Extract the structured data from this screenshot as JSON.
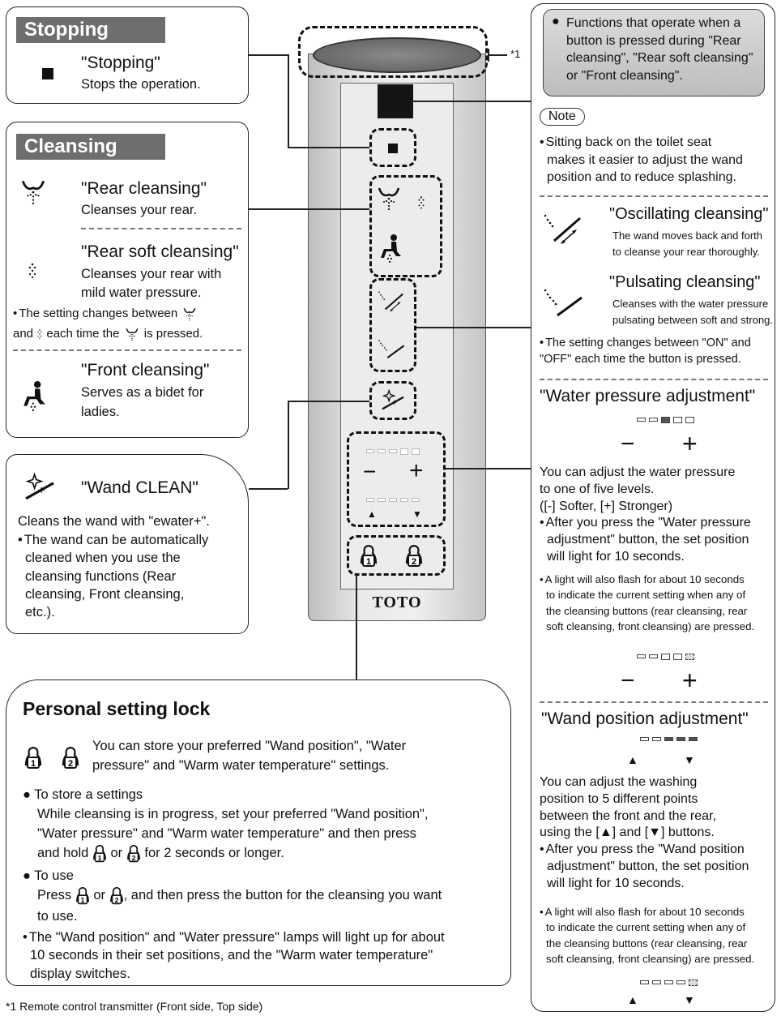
{
  "stopping": {
    "header": "Stopping",
    "name": "\"Stopping\"",
    "desc": "Stops the operation."
  },
  "cleansing": {
    "header": "Cleansing",
    "rear_name": "\"Rear cleansing\"",
    "rear_desc": "Cleanses your rear.",
    "soft_name": "\"Rear soft cleansing\"",
    "soft_desc1": "Cleanses your rear with",
    "soft_desc2": "mild water pressure.",
    "toggle_note1": "The setting changes between",
    "toggle_note2_a": "and",
    "toggle_note2_b": "each time the",
    "toggle_note2_c": "is pressed.",
    "front_name": "\"Front cleansing\"",
    "front_desc1": "Serves as a bidet for",
    "front_desc2": "ladies."
  },
  "wand_clean": {
    "name": "\"Wand CLEAN\"",
    "desc": "Cleans the wand with \"ewater+\".",
    "bullet1": "The wand can be automatically",
    "bullet2": "cleaned when you use the",
    "bullet3": "cleansing functions (Rear",
    "bullet4": "cleansing, Front cleansing,",
    "bullet5": "etc.)."
  },
  "remote": {
    "brand": "TOTO",
    "ref_mark": "*1",
    "footnote": "*1 Remote control transmitter (Front side, Top side)"
  },
  "personal": {
    "title": "Personal setting lock",
    "intro1": "You can store your preferred \"Wand position\", \"Water",
    "intro2": "pressure\" and \"Warm water temperature\" settings.",
    "store_head": "To store a settings",
    "store1": "While cleansing is in progress, set your preferred \"Wand position\",",
    "store2": "\"Water pressure\" and \"Warm water temperature\" and then press",
    "store3_a": "and hold",
    "store3_b": "or",
    "store3_c": "for 2 seconds or longer.",
    "use_head": "To use",
    "use1_a": "Press",
    "use1_b": "or",
    "use1_c": ", and then press the button for the cleansing you want",
    "use2": "to use.",
    "lamp1": "The \"Wand position\" and \"Water pressure\" lamps will light up for about",
    "lamp2": "10 seconds in their set positions, and the \"Warm water temperature\"",
    "lamp3": "display switches."
  },
  "right": {
    "callout1": "Functions that operate when a",
    "callout2": "button is pressed during \"Rear",
    "callout3": "cleansing\", \"Rear soft cleansing\"",
    "callout4": "or \"Front cleansing\".",
    "note_label": "Note",
    "note1": "Sitting back on the toilet seat",
    "note2": "makes it easier to adjust the wand",
    "note3": "position and to reduce splashing.",
    "osc_name": "\"Oscillating cleansing\"",
    "osc_desc1": "The wand moves back and forth",
    "osc_desc2": "to cleanse your rear thoroughly.",
    "pulse_name": "\"Pulsating cleansing\"",
    "pulse_desc1": "Cleanses with the water pressure",
    "pulse_desc2": "pulsating between soft and strong.",
    "onoff1": "The setting changes between \"ON\" and",
    "onoff2": "\"OFF\" each time the button is pressed.",
    "wp_title": "\"Water pressure adjustment\"",
    "minus": "−",
    "plus": "+",
    "wp1": "You can adjust the water pressure",
    "wp2": "to one of five levels.",
    "wp3": "([-] Softer, [+] Stronger)",
    "wp4": "After you press the \"Water pressure",
    "wp5": "adjustment\" button, the set position",
    "wp6": "will light for 10 seconds.",
    "wp7": "A light will also flash for about 10 seconds",
    "wp8": "to indicate the current setting when any of",
    "wp9": "the cleansing buttons (rear cleansing, rear",
    "wp10": "soft cleansing, front cleansing) are pressed.",
    "pos_title": "\"Wand position adjustment\"",
    "up": "▲",
    "down": "▼",
    "pos1": "You can adjust the washing",
    "pos2": "position to 5 different points",
    "pos3": "between the front and the rear,",
    "pos4": "using the [▲] and [▼] buttons.",
    "pos5": "After you press the \"Wand position",
    "pos6": "adjustment\" button, the set position",
    "pos7": "will light for 10 seconds.",
    "pos8": "A light will also flash for about 10 seconds",
    "pos9": "to indicate the current setting when any of",
    "pos10": "the cleansing buttons (rear cleansing, rear",
    "pos11": "soft cleansing, front cleansing) are pressed."
  },
  "icons": {
    "stop": "stop-icon",
    "rear": "rear-cleansing-icon",
    "soft": "rear-soft-cleansing-icon",
    "front": "front-cleansing-icon",
    "wand_clean": "wand-clean-icon",
    "oscillate": "oscillating-icon",
    "pulse": "pulsating-icon",
    "user1": "user-1-icon",
    "user2": "user-2-icon"
  }
}
